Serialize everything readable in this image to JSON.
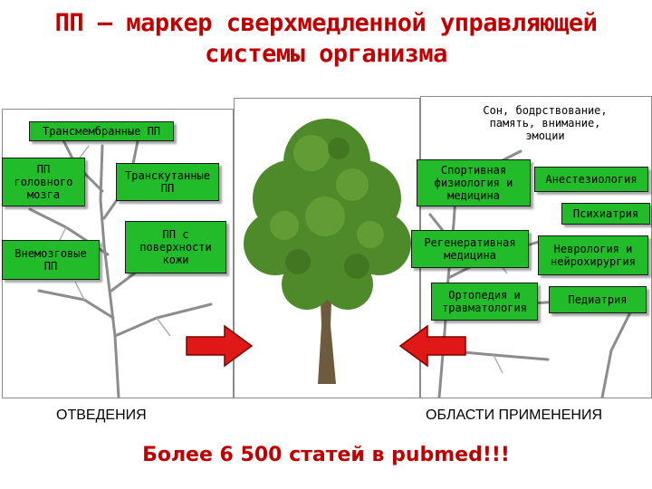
{
  "title": {
    "line1": "ПП – маркер сверхмедленной управляющей",
    "line2": "системы организма"
  },
  "left": {
    "header": "Трансмембранные ПП",
    "boxes": {
      "brain": "ПП головного мозга",
      "transcutaneous": "Транскутанные ПП",
      "extracerebral": "Внемозговые ПП",
      "skin": "ПП с поверхности кожи"
    },
    "caption": "ОТВЕДЕНИЯ"
  },
  "right": {
    "header": "Сон, бодрствование, память, внимание, эмоции",
    "boxes": {
      "sports": "Спортивная физиология и медицина",
      "anesthesiology": "Анестезиология",
      "psychiatry": "Психиатрия",
      "regenerative": "Регенеративная медицина",
      "neurology": "Неврология и нейрохирургия",
      "orthopedics": "Ортопедия и травматология",
      "pediatrics": "Педиатрия"
    },
    "caption": "ОБЛАСТИ ПРИМЕНЕНИЯ"
  },
  "footer": "Более 6 500 статей в pubmed!!!",
  "colors": {
    "title": "#c00000",
    "box": "#22bb2a",
    "arrow": "#e01818",
    "foliage": "#4f8a2a"
  }
}
